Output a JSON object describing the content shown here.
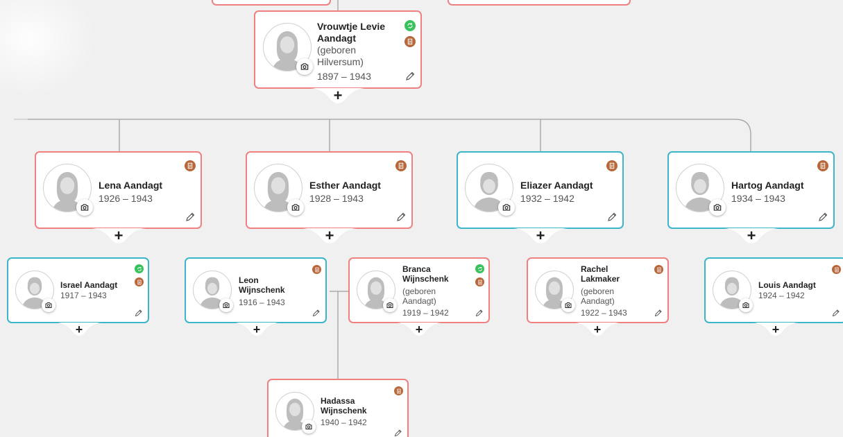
{
  "colors": {
    "female_border": "#f08080",
    "male_border": "#3bb5c8",
    "doc_badge": "#b8673b",
    "sync_badge": "#37c25b",
    "connector": "#aaaaaa",
    "background": "#f0f0f0"
  },
  "add_label": "+",
  "people": {
    "vrouwtje": {
      "name_line1": "Vrouwtje Levie",
      "name_line2": "Aandagt",
      "born_line1": "(geboren",
      "born_line2": "Hilversum)",
      "years": "1897 – 1943",
      "gender": "female",
      "icons": [
        "sync-icon",
        "document-icon"
      ]
    },
    "lena": {
      "name": "Lena Aandagt",
      "years": "1926 – 1943",
      "gender": "female",
      "icons": [
        "document-icon"
      ]
    },
    "esther": {
      "name": "Esther Aandagt",
      "years": "1928 – 1943",
      "gender": "female",
      "icons": [
        "document-icon"
      ]
    },
    "eliazer": {
      "name": "Eliazer Aandagt",
      "years": "1932 – 1942",
      "gender": "male",
      "icons": [
        "document-icon"
      ]
    },
    "hartog": {
      "name": "Hartog Aandagt",
      "years": "1934 – 1943",
      "gender": "male",
      "icons": [
        "document-icon"
      ]
    },
    "israel": {
      "name": "Israel Aandagt",
      "years": "1917 – 1943",
      "gender": "male",
      "icons": [
        "sync-icon",
        "document-icon"
      ]
    },
    "leon": {
      "name_line1": "Leon",
      "name_line2": "Wijnschenk",
      "years": "1916 – 1943",
      "gender": "male",
      "icons": [
        "document-icon"
      ]
    },
    "branca": {
      "name_line1": "Branca",
      "name_line2": "Wijnschenk",
      "born_line1": "(geboren",
      "born_line2": "Aandagt)",
      "years": "1919 – 1942",
      "gender": "female",
      "icons": [
        "sync-icon",
        "document-icon"
      ]
    },
    "rachel": {
      "name_line1": "Rachel",
      "name_line2": "Lakmaker",
      "born_line1": "(geboren",
      "born_line2": "Aandagt)",
      "years": "1922 – 1943",
      "gender": "female",
      "icons": [
        "document-icon"
      ]
    },
    "louis": {
      "name": "Louis Aandagt",
      "years": "1924 – 1942",
      "gender": "male",
      "icons": [
        "document-icon"
      ]
    },
    "hadassa": {
      "name_line1": "Hadassa",
      "name_line2": "Wijnschenk",
      "years": "1940 – 1942",
      "gender": "female",
      "icons": [
        "document-icon"
      ]
    }
  }
}
